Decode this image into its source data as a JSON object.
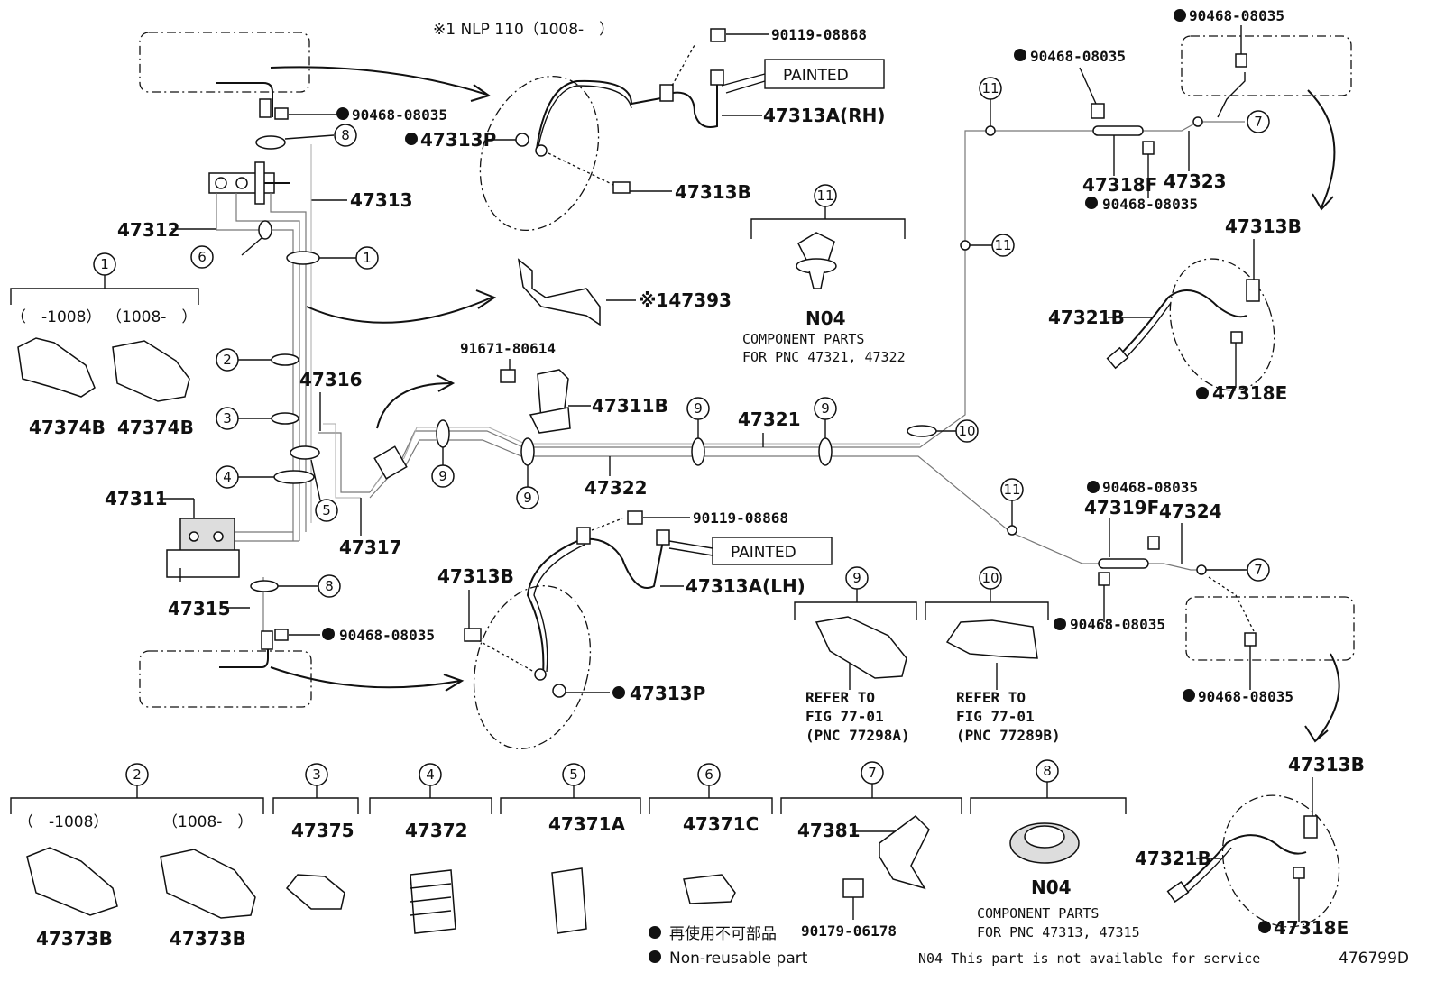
{
  "header": {
    "note_nlp": "※1 NLP 110（1008-　）",
    "painted_rh": "PAINTED",
    "painted_lh": "PAINTED"
  },
  "parts": {
    "p90119_top": "90119-08868",
    "p47313A_RH": "47313A(RH)",
    "p47313P_top": "47313P",
    "p47313B_top": "47313B",
    "p90468_left_top": "90468-08035",
    "p47313": "47313",
    "p47312": "47312",
    "p47393": "※147393",
    "p91671": "91671-80614",
    "p47311B": "47311B",
    "p47316": "47316",
    "p47321": "47321",
    "p47322": "47322",
    "p47317": "47317",
    "p47311": "47311",
    "p47315": "47315",
    "p90468_left_bot": "90468-08035",
    "p90119_bot": "90119-08868",
    "p47313A_LH": "47313A(LH)",
    "p47313B_bot": "47313B",
    "p47313P_bot": "47313P",
    "p47374B_a": "47374B",
    "p47374B_b": "47374B",
    "p90468_r1": "90468-08035",
    "p90468_r2": "90468-08035",
    "p47318F": "47318F",
    "p47323": "47323",
    "p90468_r3": "90468-08035",
    "p47313B_r": "47313B",
    "p47321B_r": "47321B",
    "p47318E_r": "47318E",
    "p90468_r4": "90468-08035",
    "p47319F": "47319F",
    "p47324": "47324",
    "p90468_r5": "90468-08035",
    "p90468_r6": "90468-08035",
    "p47313B_r2": "47313B",
    "p47321B_r2": "47321B",
    "p47318E_r2": "47318E",
    "p47373B_a": "47373B",
    "p47373B_b": "47373B",
    "p47375": "47375",
    "p47372": "47372",
    "p47371A": "47371A",
    "p47371C": "47371C",
    "p47381": "47381",
    "p90179": "90179-06178"
  },
  "ranges": {
    "g1_a": "（　-1008）",
    "g1_b": "（1008-　）",
    "g2_a": "（　-1008）",
    "g2_b": "（1008-　）"
  },
  "callouts": {
    "c1": "1",
    "c2": "2",
    "c3": "3",
    "c4": "4",
    "c5": "5",
    "c6": "6",
    "c7": "7",
    "c8": "8",
    "c9": "9",
    "c10": "10",
    "c11": "11"
  },
  "notes": {
    "n04": "N04",
    "comp_a": "COMPONENT PARTS",
    "comp_a2": "FOR PNC 47321, 47322",
    "comp_b": "COMPONENT PARTS",
    "comp_b2": "FOR PNC 47313, 47315",
    "refer1_a": "REFER TO",
    "refer1_b": "FIG 77-01",
    "refer1_c": "(PNC 77298A)",
    "refer2_a": "REFER TO",
    "refer2_b": "FIG 77-01",
    "refer2_c": "(PNC 77289B)",
    "legend_jp": "再使用不可部品",
    "legend_en": "Non-reusable part",
    "footer_n04": "N04 This part is not available for service",
    "fig_id": "476799D"
  }
}
